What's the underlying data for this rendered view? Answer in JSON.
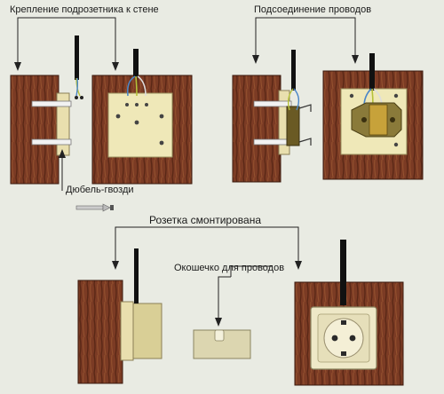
{
  "labels": {
    "mount_to_wall": "Крепление подрозетника  к стене",
    "wire_connection": "Подсоединение проводов",
    "dowel_nails": "Дюбель-гвозди",
    "socket_mounted": "Розетка смонтирована",
    "wire_window": "Окошечко для проводов"
  },
  "colors": {
    "background": "#e9ebe3",
    "wall": "#7a3a22",
    "box": "#efe8b8",
    "cable": "#111111",
    "wire_blue": "#4a86c8",
    "wire_yellow_green": "#b6c23a",
    "mechanism": "#8a7a3a"
  }
}
